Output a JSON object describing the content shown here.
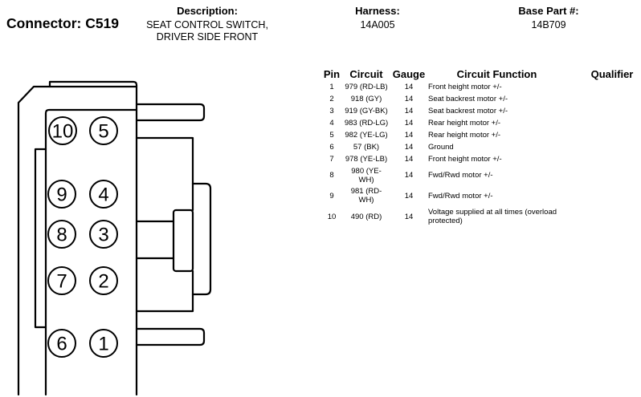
{
  "header": {
    "connector": "Connector: C519",
    "description": {
      "label": "Description:",
      "lines": [
        "SEAT CONTROL SWITCH,",
        "DRIVER SIDE FRONT"
      ]
    },
    "harness": {
      "label": "Harness:",
      "value": "14A005"
    },
    "base_part": {
      "label": "Base Part #:",
      "value": "14B709"
    }
  },
  "table": {
    "columns": {
      "pin": "Pin",
      "circuit": "Circuit",
      "gauge": "Gauge",
      "function": "Circuit Function",
      "qualifier": "Qualifier"
    },
    "rows": [
      {
        "pin": "1",
        "circuit": "979 (RD-LB)",
        "gauge": "14",
        "function": "Front height motor +/-"
      },
      {
        "pin": "2",
        "circuit": "918 (GY)",
        "gauge": "14",
        "function": "Seat backrest motor +/-"
      },
      {
        "pin": "3",
        "circuit": "919 (GY-BK)",
        "gauge": "14",
        "function": "Seat backrest motor +/-"
      },
      {
        "pin": "4",
        "circuit": "983 (RD-LG)",
        "gauge": "14",
        "function": "Rear height motor +/-"
      },
      {
        "pin": "5",
        "circuit": "982 (YE-LG)",
        "gauge": "14",
        "function": "Rear height motor +/-"
      },
      {
        "pin": "6",
        "circuit": "57 (BK)",
        "gauge": "14",
        "function": "Ground"
      },
      {
        "pin": "7",
        "circuit": "978 (YE-LB)",
        "gauge": "14",
        "function": "Front height motor +/-"
      },
      {
        "pin": "8",
        "circuit": "980 (YE-\nWH)",
        "gauge": "14",
        "function": "Fwd/Rwd motor +/-"
      },
      {
        "pin": "9",
        "circuit": "981 (RD-\nWH)",
        "gauge": "14",
        "function": "Fwd/Rwd motor +/-"
      },
      {
        "pin": "10",
        "circuit": "490 (RD)",
        "gauge": "14",
        "function": "Voltage supplied at all times (overload\nprotected)"
      }
    ]
  },
  "diagram": {
    "pins": [
      "10",
      "5",
      "9",
      "4",
      "8",
      "3",
      "7",
      "2",
      "6",
      "1"
    ]
  },
  "colors": {
    "ink": "#000000",
    "background": "#ffffff"
  }
}
